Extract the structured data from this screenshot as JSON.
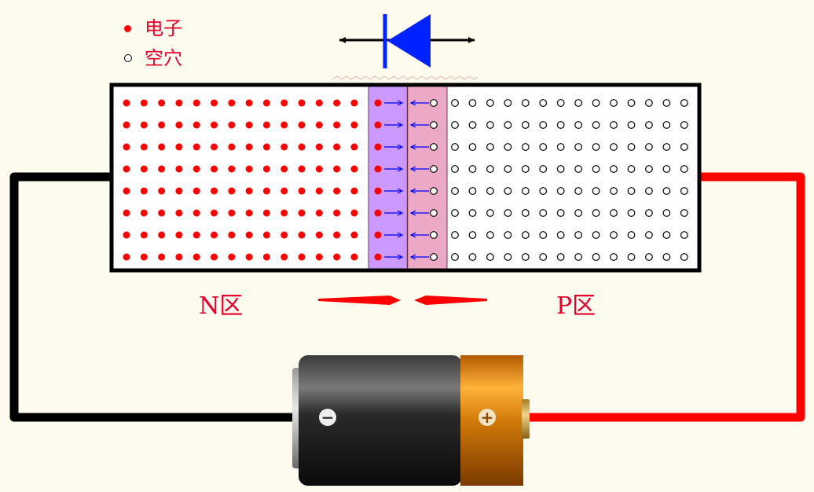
{
  "legend": {
    "electron_label": "电子",
    "hole_label": "空穴"
  },
  "regions": {
    "n_label": "N区",
    "p_label": "P区"
  },
  "grid": {
    "rows": 8,
    "n_columns": 14,
    "p_columns": 14
  },
  "colors": {
    "background": "#fdfbee",
    "electron": "#ff0000",
    "hole_fill": "#ffffff",
    "depletion_n": "#cc99ff",
    "depletion_p": "#eba9c6",
    "arrow_blue": "#0000ff",
    "diode_symbol": "#0022ff",
    "wire_negative": "#000000",
    "wire_positive": "#ff0000",
    "label_red": "#e4002b"
  },
  "battery": {
    "negative_terminal": "−",
    "positive_terminal": "+"
  }
}
